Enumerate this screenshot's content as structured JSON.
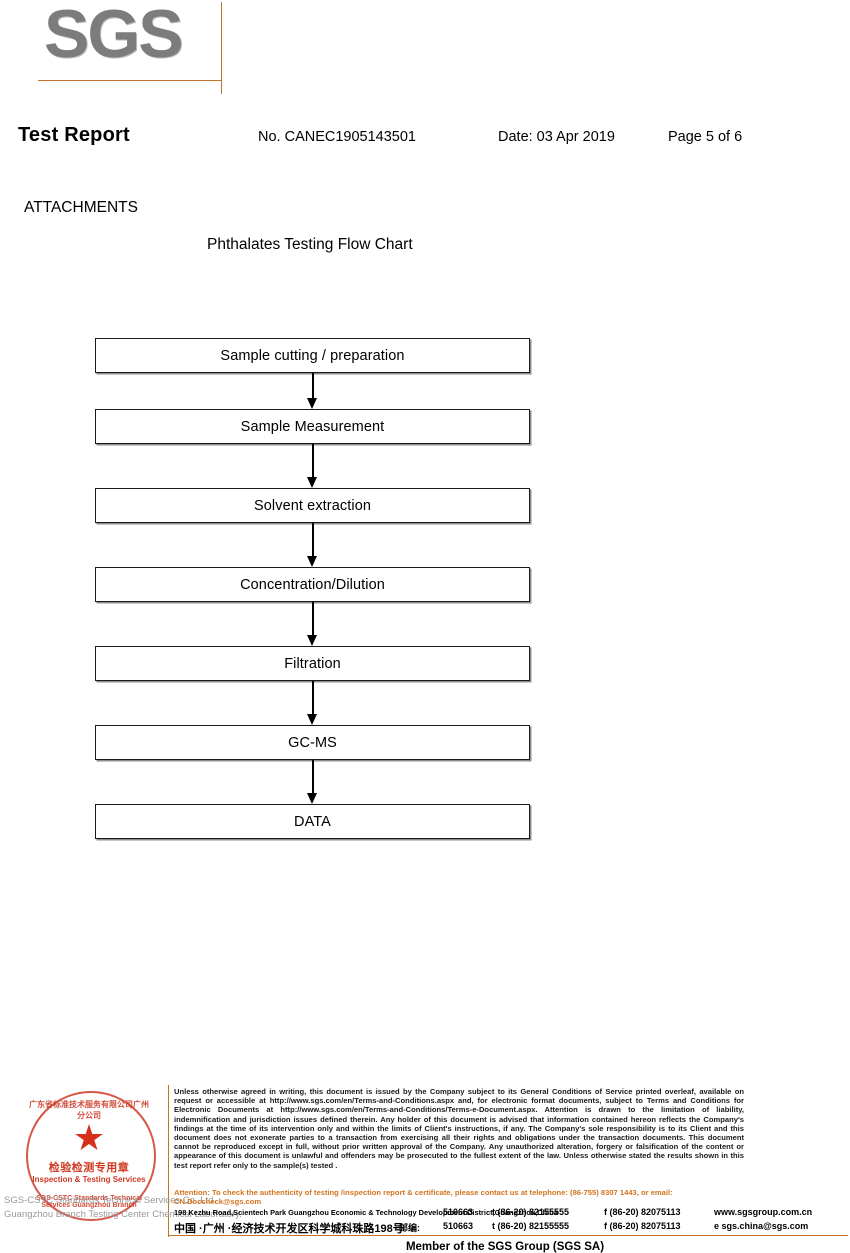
{
  "logo": {
    "text": "SGS",
    "color": "#7c7c7c",
    "rule_color": "#c8732a"
  },
  "header": {
    "title": "Test Report",
    "report_no": "No. CANEC1905143501",
    "date": "Date: 03 Apr 2019",
    "page": "Page 5 of 6"
  },
  "sections": {
    "attachments_title": "ATTACHMENTS",
    "flow_title": "Phthalates Testing Flow Chart"
  },
  "flow_chart": {
    "steps": [
      {
        "label": "Sample cutting / preparation"
      },
      {
        "label": "Sample Measurement"
      },
      {
        "label": "Solvent extraction"
      },
      {
        "label": "Concentration/Dilution"
      },
      {
        "label": "Filtration"
      },
      {
        "label": "GC-MS"
      },
      {
        "label": "DATA"
      }
    ]
  },
  "footer": {
    "legal": "Unless otherwise agreed in writing, this document is issued by the Company subject to its General Conditions of Service printed overleaf, available on request or accessible at http://www.sgs.com/en/Terms-and-Conditions.aspx and, for electronic format documents, subject to Terms and Conditions for Electronic Documents at http://www.sgs.com/en/Terms-and-Conditions/Terms-e-Document.aspx. Attention is drawn to the limitation of liability, indemnification and jurisdiction issues defined therein. Any holder of this document is advised that information contained hereon reflects the Company's findings at the time of its intervention only and within the limits of Client's instructions, if any. The Company's sole responsibility is to its Client and this document does not exonerate parties to a transaction from exercising all their rights and obligations under the transaction documents. This document cannot be reproduced except in full, without prior written approval of the Company. Any unauthorized alteration, forgery or falsification of the content or appearance of this document is unlawful and offenders may be prosecuted to the fullest extent of the law. Unless otherwise stated the results shown in this test report refer only to the sample(s) tested .",
    "attention": "Attention: To check the authenticity of testing /inspection report & certificate, please contact us at telephone: (86-755) 8307 1443, or email: CN.Doccheck@sgs.com",
    "attention_color": "#d2741f",
    "address_en": {
      "street": "198 Kezhu Road,Scientech Park Guangzhou Economic & Technology Development District,Guangzhou,China",
      "zip": "510663",
      "tel": "t (86-20) 82155555",
      "fax": "f (86-20) 82075113",
      "contact": "www.sgsgroup.com.cn"
    },
    "address_cn": {
      "street": "中国 ·广州 ·经济技术开发区科学城科珠路198号",
      "zip_label": "邮编:",
      "zip": "510663",
      "tel": "t (86-20) 82155555",
      "fax": "f (86-20) 82075113",
      "contact": "e sgs.china@sgs.com"
    },
    "member": "Member of the SGS Group (SGS SA)",
    "seal": {
      "arc_top": "广东省标准技术服务有限公司广州分公司",
      "cn_text": "检验检测专用章",
      "en_text": "Inspection & Testing Services",
      "arc_bottom": "SGS-CSTC Standards Technical Services Guangzhou Branch",
      "star": "★",
      "color": "#cf3a25"
    },
    "company_line_1": "SGS-CSTC Standards Technical Services Co.,Ltd.",
    "company_line_2": "Guangzhou Branch Testing Center Chemical Laboratory."
  }
}
